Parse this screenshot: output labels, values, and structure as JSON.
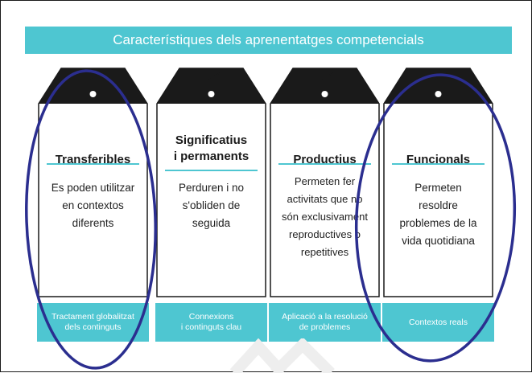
{
  "title": "Característiques dels aprenentatges competencials",
  "colors": {
    "accent": "#4ec6d1",
    "tag_dark": "#1a1a1a",
    "ellipse": "#2b2e8f"
  },
  "tags": [
    {
      "title": "Transferibles",
      "description": "Es poden utilitzar\nen  contextos\ndiferents",
      "bottom": "Tractament globalitzat\ndels continguts"
    },
    {
      "title": "Significatius\ni permanents",
      "description": "Perduren i no\ns'obliden de\nseguida",
      "bottom": "Connexions\ni continguts clau"
    },
    {
      "title": "Productius",
      "description": "Permeten fer\nactivitats que no\nsón exclusivament\nreproductives o\nrepetitives",
      "bottom": "Aplicació a la resolució\nde problemes"
    },
    {
      "title": "Funcionals",
      "description": "Permeten\nresoldre\nproblemes de la\nvida quotidiana",
      "bottom": "Contextos reals"
    }
  ]
}
